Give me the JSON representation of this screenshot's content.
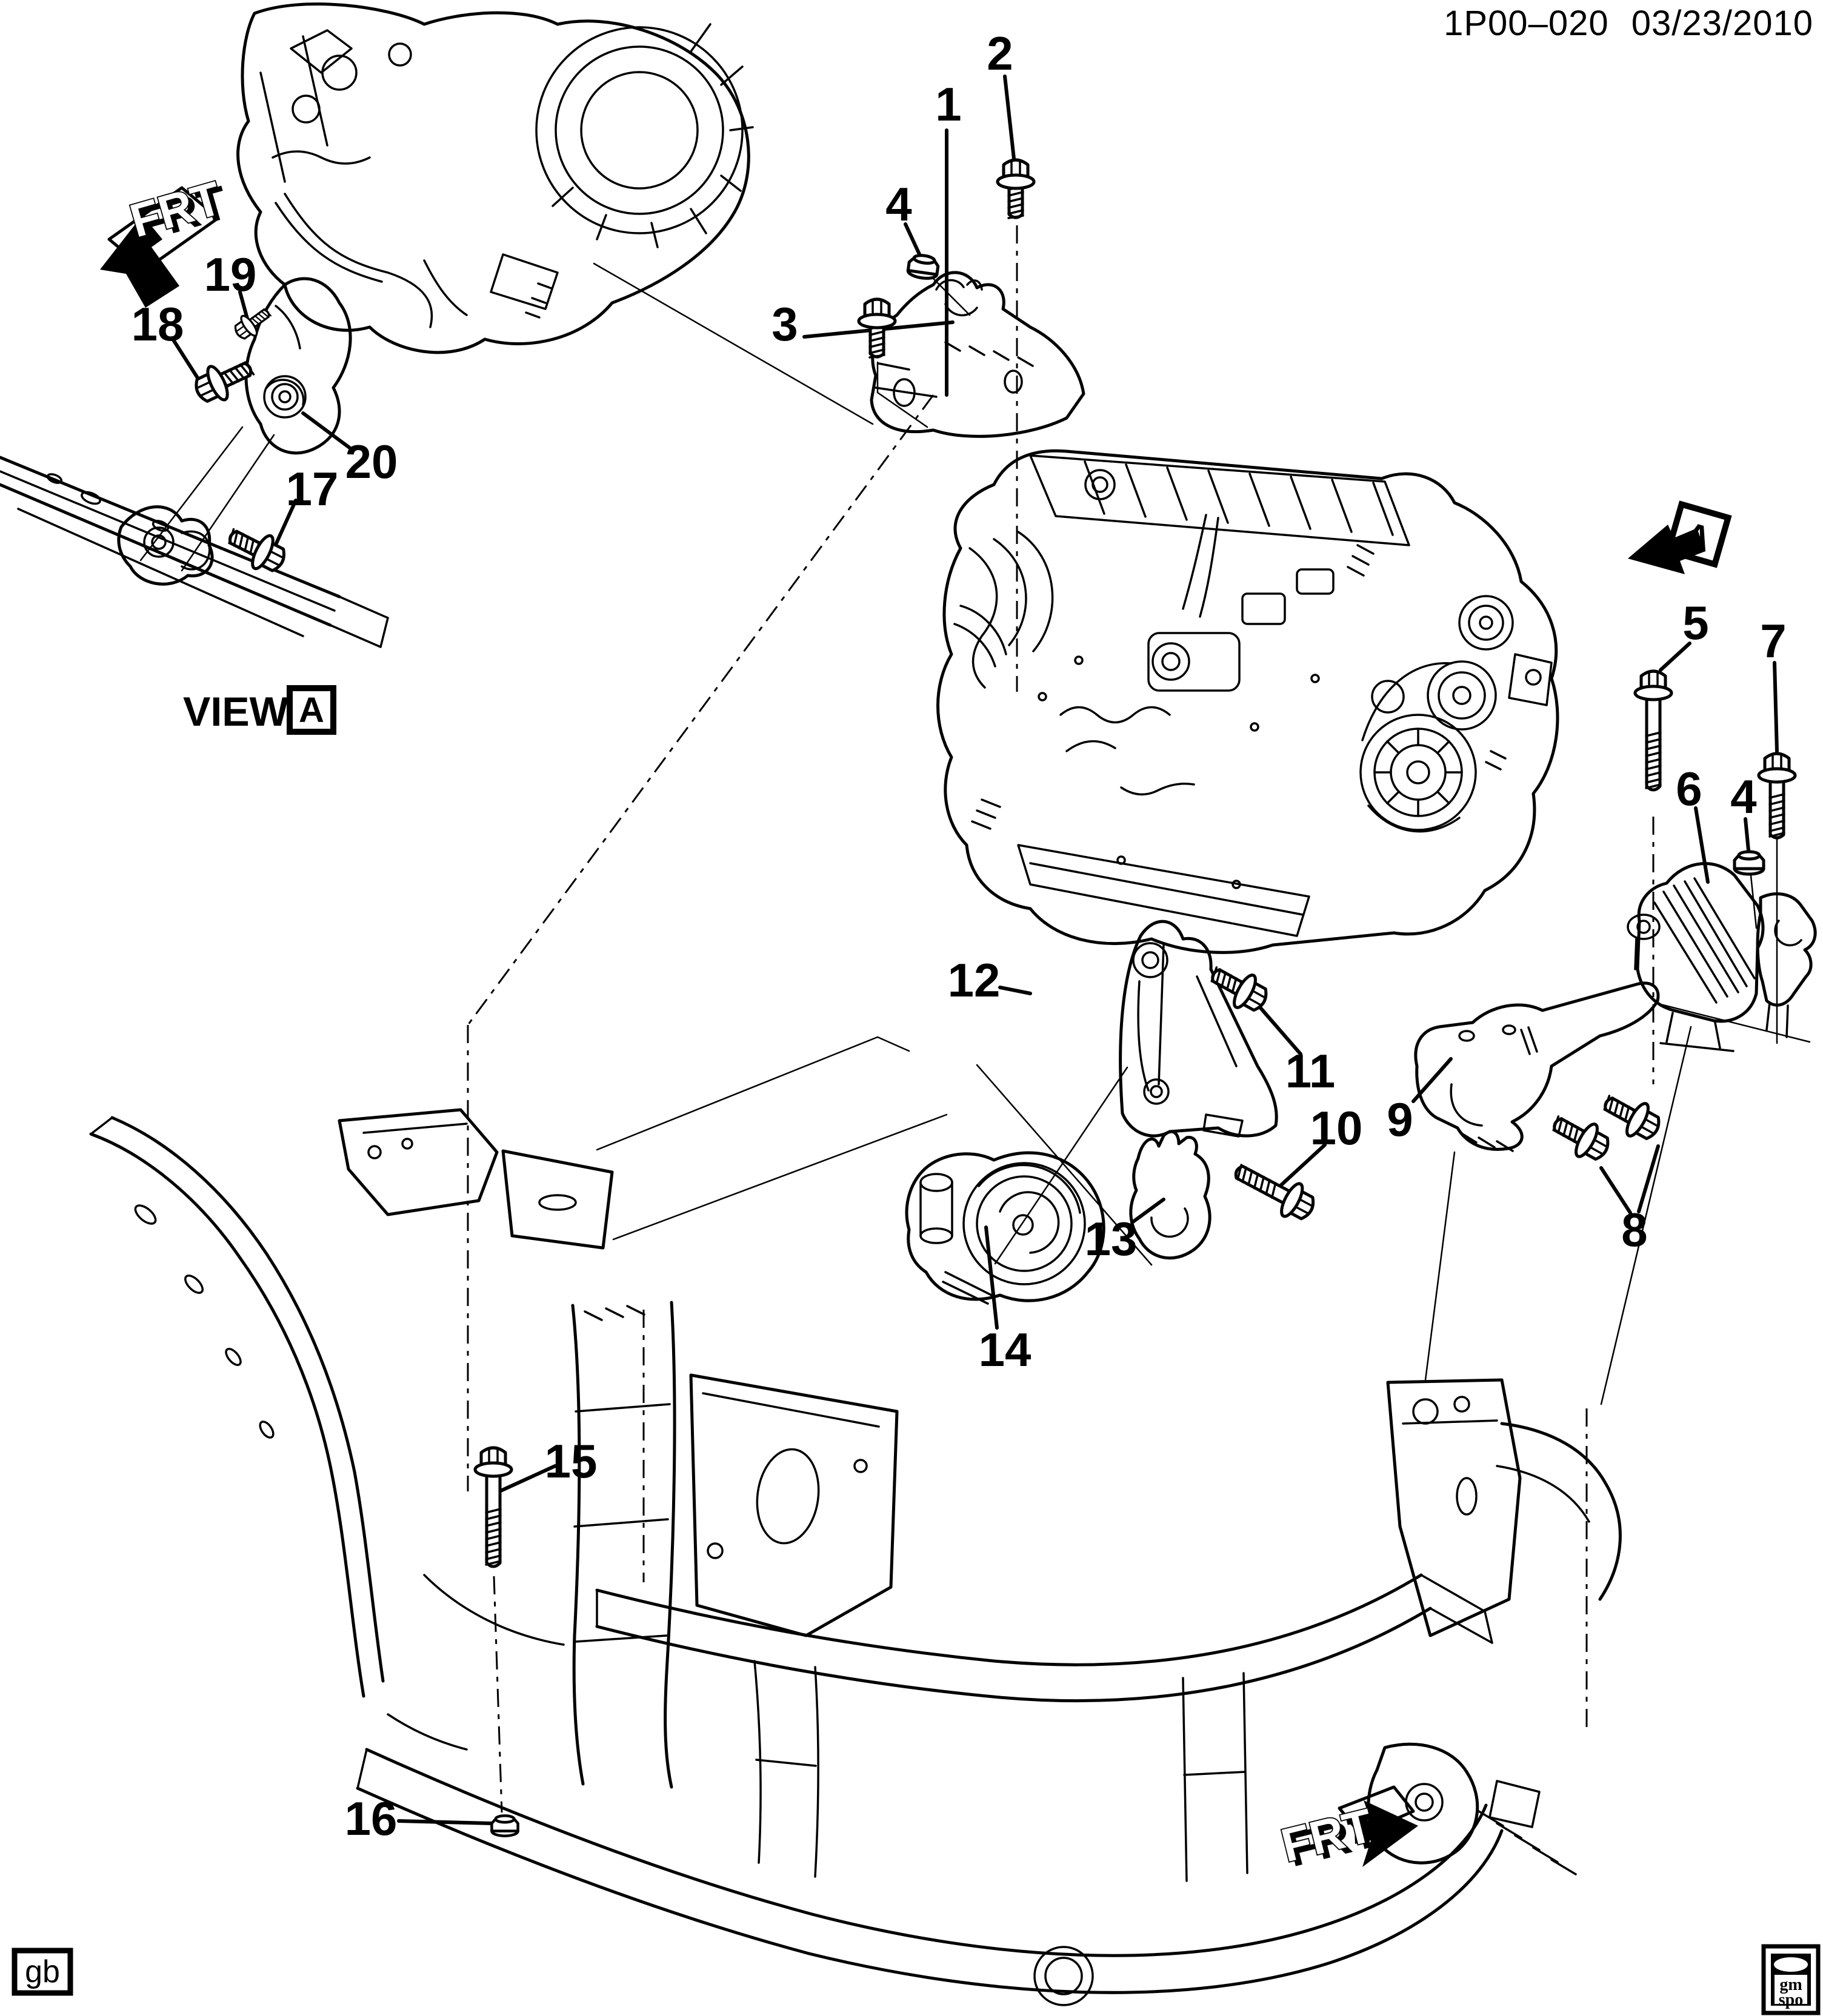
{
  "title": "1P00–020 03/23/2010",
  "view": {
    "word": "VIEW",
    "letter": "A"
  },
  "section_arrow_letter": "A",
  "front_label_top_left": "FRT",
  "front_label_bottom_right": "FRT",
  "plate_code": "gb",
  "brand": {
    "top": "gm",
    "bottom": "spo"
  },
  "callouts": [
    {
      "num": "1"
    },
    {
      "num": "2"
    },
    {
      "num": "3"
    },
    {
      "num": "4"
    },
    {
      "num": "5"
    },
    {
      "num": "6"
    },
    {
      "num": "7"
    },
    {
      "num": "8"
    },
    {
      "num": "9"
    },
    {
      "num": "10"
    },
    {
      "num": "11"
    },
    {
      "num": "12"
    },
    {
      "num": "13"
    },
    {
      "num": "14"
    },
    {
      "num": "15"
    },
    {
      "num": "16"
    },
    {
      "num": "17"
    },
    {
      "num": "18"
    },
    {
      "num": "19"
    },
    {
      "num": "20"
    }
  ]
}
